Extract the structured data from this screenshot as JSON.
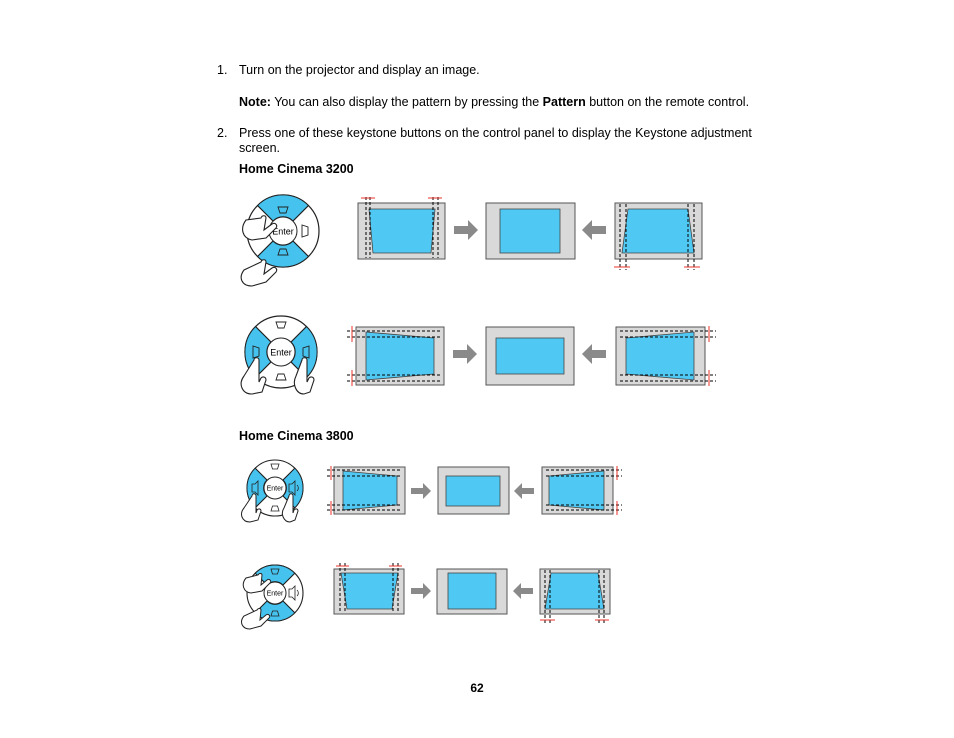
{
  "steps": [
    {
      "number": "1.",
      "text": "Turn on the projector and display an image.",
      "note": {
        "label": "Note:",
        "text_before": " You can also display the pattern by pressing the ",
        "emphasis": "Pattern",
        "text_after": " button on the remote control."
      }
    },
    {
      "number": "2.",
      "text_line1": "Press one of these keystone buttons on the control panel to display the Keystone adjustment",
      "text_line2": "screen."
    }
  ],
  "models": [
    {
      "heading": "Home Cinema 3200"
    },
    {
      "heading": "Home Cinema 3800"
    }
  ],
  "controls": {
    "enter_label": "Enter"
  },
  "colors": {
    "screen_blue": "#4fc9f3",
    "pad_blue": "#45c3ee",
    "frame_gray": "#d9d9d9",
    "arrow_gray": "#8a8a8a",
    "marker_red": "#e8332a"
  },
  "page_number": "62"
}
